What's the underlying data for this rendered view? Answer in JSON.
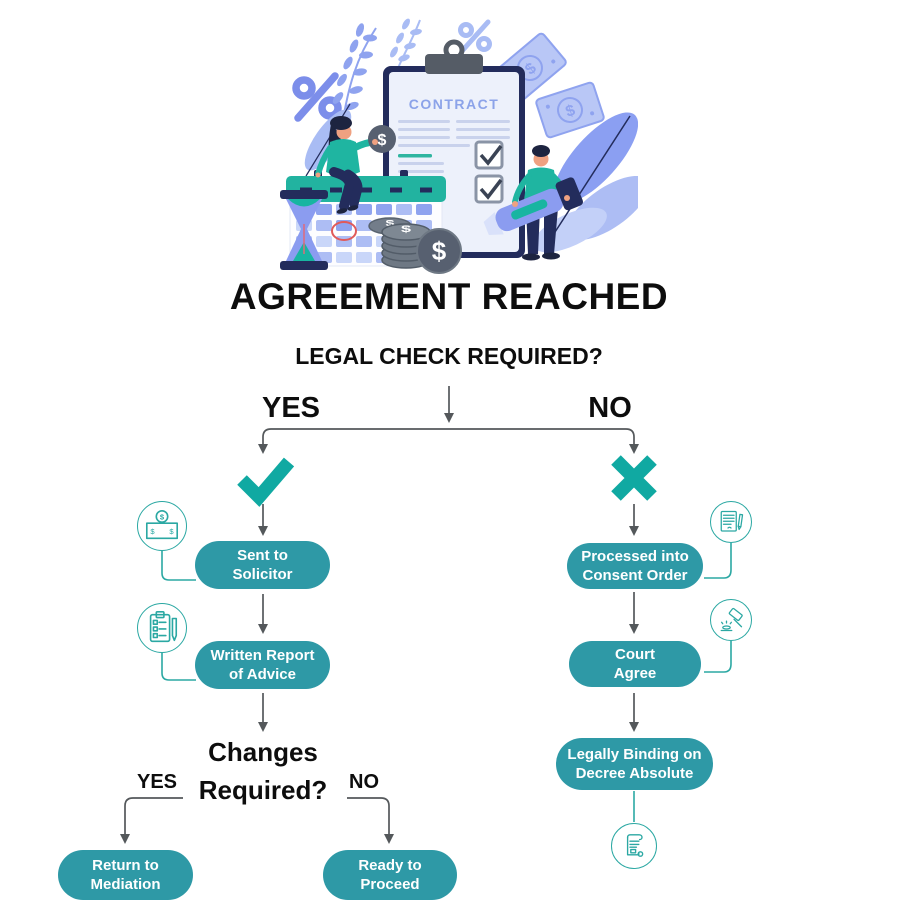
{
  "header": {
    "title": "AGREEMENT REACHED",
    "question": "LEGAL CHECK REQUIRED?"
  },
  "illustration": {
    "contract_label": "CONTRACT",
    "currency_symbol": "$"
  },
  "decision": {
    "yes_label": "YES",
    "no_label": "NO"
  },
  "yes_branch": {
    "result_icon": "check-icon",
    "steps": [
      {
        "label": "Sent to\nSolicitor",
        "icon": "payment-banknote-icon"
      },
      {
        "label": "Written Report\nof Advice",
        "icon": "report-clipboard-icon"
      }
    ],
    "sub_decision": {
      "question": "Changes\nRequired?",
      "yes_label": "YES",
      "no_label": "NO",
      "yes_result": {
        "label": "Return to\nMediation"
      },
      "no_result": {
        "label": "Ready to\nProceed"
      }
    }
  },
  "no_branch": {
    "result_icon": "cross-icon",
    "steps": [
      {
        "label": "Processed into\nConsent Order",
        "icon": "consent-document-icon"
      },
      {
        "label": "Court\nAgree",
        "icon": "gavel-icon"
      },
      {
        "label": "Legally Binding on\nDecree Absolute",
        "icon": "decree-scroll-icon"
      }
    ]
  },
  "colors": {
    "pill_teal": "#2E99A6",
    "mark_teal": "#10A9A2",
    "icon_teal": "#2BA8A3",
    "line_gray": "#54585B"
  }
}
